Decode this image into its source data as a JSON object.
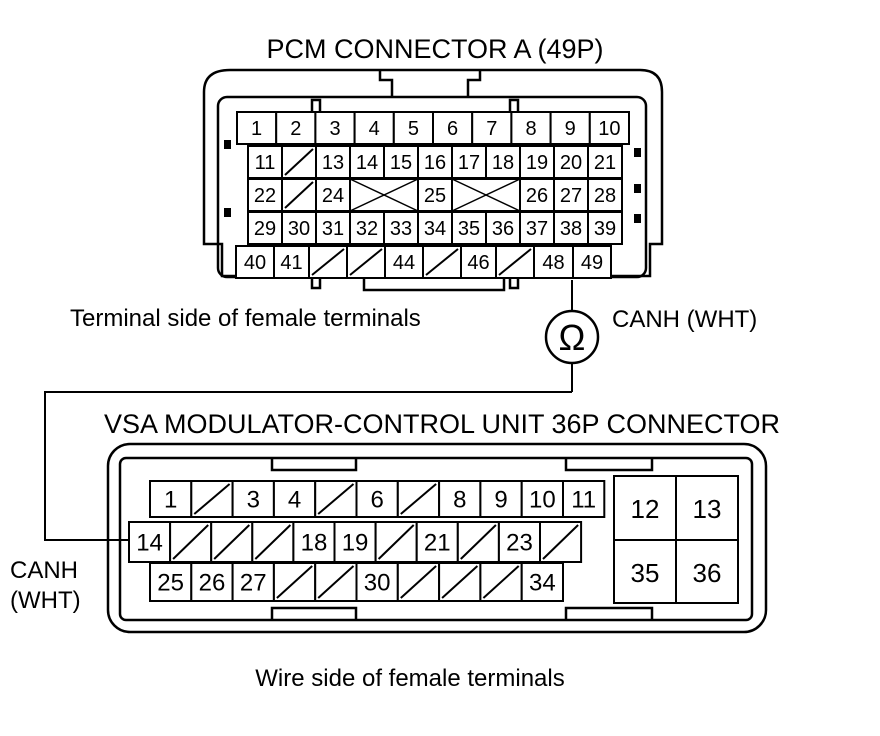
{
  "pcm": {
    "title": "PCM CONNECTOR A (49P)",
    "side_label": "Terminal side of female terminals",
    "rows": [
      [
        "1",
        "2",
        "3",
        "4",
        "5",
        "6",
        "7",
        "8",
        "9",
        "10"
      ],
      [
        "11",
        "/",
        "13",
        "14",
        "15",
        "16",
        "17",
        "18",
        "19",
        "20",
        "21"
      ],
      [
        "22",
        "/",
        "24",
        "X",
        "25",
        "X",
        "26",
        "27",
        "28"
      ],
      [
        "29",
        "30",
        "31",
        "32",
        "33",
        "34",
        "35",
        "36",
        "37",
        "38",
        "39"
      ],
      [
        "40",
        "41",
        "/",
        "/",
        "44",
        "/",
        "46",
        "/",
        "48",
        "49"
      ]
    ]
  },
  "meter": {
    "symbol": "Ω"
  },
  "probe_label": "CANH (WHT)",
  "vsa": {
    "title": "VSA MODULATOR-CONTROL UNIT 36P CONNECTOR",
    "side_label": "Wire side of female terminals",
    "probe_label_line1": "CANH",
    "probe_label_line2": "(WHT)",
    "rows": [
      [
        "1",
        "/",
        "3",
        "4",
        "/",
        "6",
        "/",
        "8",
        "9",
        "10",
        "11"
      ],
      [
        "14",
        "/",
        "/",
        "/",
        "18",
        "19",
        "/",
        "21",
        "/",
        "23",
        "/"
      ],
      [
        "25",
        "26",
        "27",
        "/",
        "/",
        "30",
        "/",
        "/",
        "/",
        "34"
      ]
    ],
    "side_block": [
      [
        "12",
        "13"
      ],
      [
        "35",
        "36"
      ]
    ]
  }
}
